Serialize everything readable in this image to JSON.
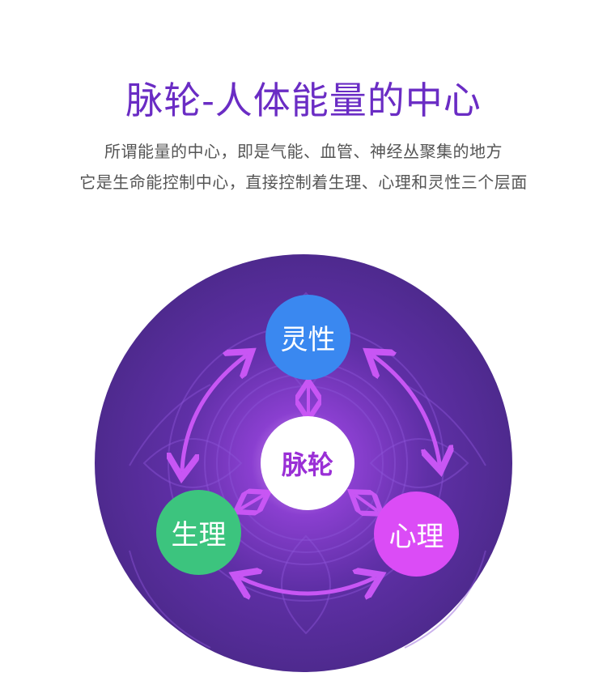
{
  "header": {
    "title": "脉轮-人体能量的中心",
    "subtitle_line1": "所谓能量的中心，即是气能、血管、神经丛聚集的地方",
    "subtitle_line2": "它是生命能控制中心，直接控制着生理、心理和灵性三个层面"
  },
  "diagram": {
    "center": {
      "label": "脉轮",
      "color": "#ffffff",
      "text_color": "#9a2fd6"
    },
    "nodes": [
      {
        "label": "灵性",
        "color": "#3a88f0"
      },
      {
        "label": "生理",
        "color": "#3cc47e"
      },
      {
        "label": "心理",
        "color": "#db4cf6"
      }
    ],
    "background_color": "#5a2d9c",
    "arrow_color": "#c856f4"
  }
}
